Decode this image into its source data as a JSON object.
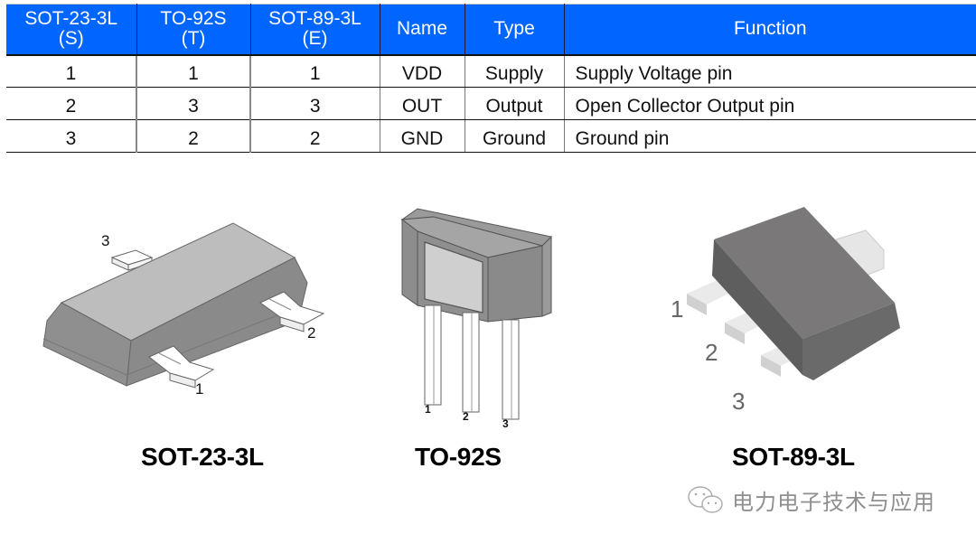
{
  "table": {
    "headers": [
      {
        "line1": "SOT-23-3L",
        "line2": "(S)"
      },
      {
        "line1": "TO-92S",
        "line2": "(T)"
      },
      {
        "line1": "SOT-89-3L",
        "line2": "(E)"
      },
      {
        "line1": "Name",
        "line2": ""
      },
      {
        "line1": "Type",
        "line2": ""
      },
      {
        "line1": "Function",
        "line2": ""
      }
    ],
    "rows": [
      {
        "sot23": "1",
        "to92s": "1",
        "sot89": "1",
        "name": "VDD",
        "type": "Supply",
        "function": "Supply Voltage pin"
      },
      {
        "sot23": "2",
        "to92s": "3",
        "sot89": "3",
        "name": "OUT",
        "type": "Output",
        "function": "Open Collector Output pin"
      },
      {
        "sot23": "3",
        "to92s": "2",
        "sot89": "2",
        "name": "GND",
        "type": "Ground",
        "function": "Ground pin"
      }
    ],
    "header_color": "#0066ff"
  },
  "packages": [
    {
      "caption": "SOT-23-3L",
      "pin_labels": [
        "1",
        "2",
        "3"
      ]
    },
    {
      "caption": "TO-92S",
      "pin_labels": [
        "1",
        "2",
        "3"
      ]
    },
    {
      "caption": "SOT-89-3L",
      "pin_labels": [
        "1",
        "2",
        "3"
      ]
    }
  ],
  "watermark": {
    "icon": "wechat-icon",
    "text": "电力电子技术与应用"
  }
}
